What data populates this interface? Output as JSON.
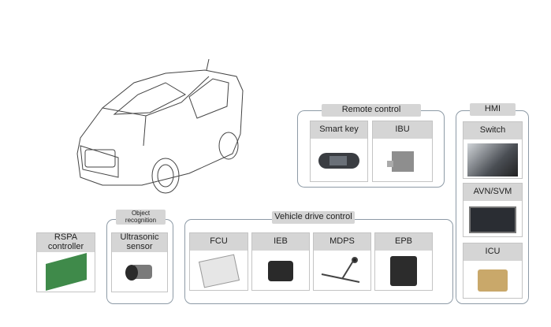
{
  "groups": {
    "remote_control": {
      "label": "Remote control",
      "items": [
        "Smart key",
        "IBU"
      ]
    },
    "hmi": {
      "label": "HMI",
      "items": [
        "Switch",
        "AVN/SVM",
        "ICU"
      ]
    },
    "object_recognition": {
      "label": "Object recognition",
      "items": [
        "Ultrasonic sensor"
      ]
    },
    "vehicle_drive_control": {
      "label": "Vehicle drive control",
      "items": [
        "FCU",
        "IEB",
        "MDPS",
        "EPB"
      ]
    }
  },
  "rspa": {
    "label": "RSPA controller"
  },
  "colors": {
    "header": "#d5d5d5",
    "group_border": "#8d9aa6"
  }
}
